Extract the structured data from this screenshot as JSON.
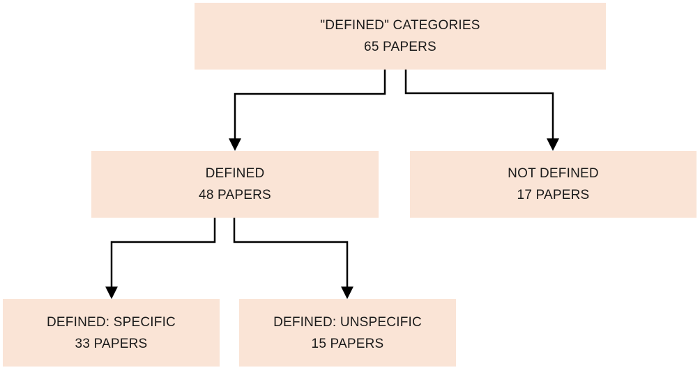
{
  "diagram": {
    "root": {
      "title": "\"DEFINED\" CATEGORIES",
      "count": "65 PAPERS"
    },
    "defined": {
      "title": "DEFINED",
      "count": "48 PAPERS"
    },
    "not_defined": {
      "title": "NOT DEFINED",
      "count": "17 PAPERS"
    },
    "defined_specific": {
      "title": "DEFINED: SPECIFIC",
      "count": "33 PAPERS"
    },
    "defined_unspecific": {
      "title": "DEFINED: UNSPECIFIC",
      "count": "15 PAPERS"
    },
    "colors": {
      "box_fill": "#FAE4D6",
      "connector": "#000000",
      "text": "#1a1a1a"
    },
    "edges": [
      {
        "from": "root",
        "to": "defined"
      },
      {
        "from": "root",
        "to": "not_defined"
      },
      {
        "from": "defined",
        "to": "defined_specific"
      },
      {
        "from": "defined",
        "to": "defined_unspecific"
      }
    ]
  }
}
